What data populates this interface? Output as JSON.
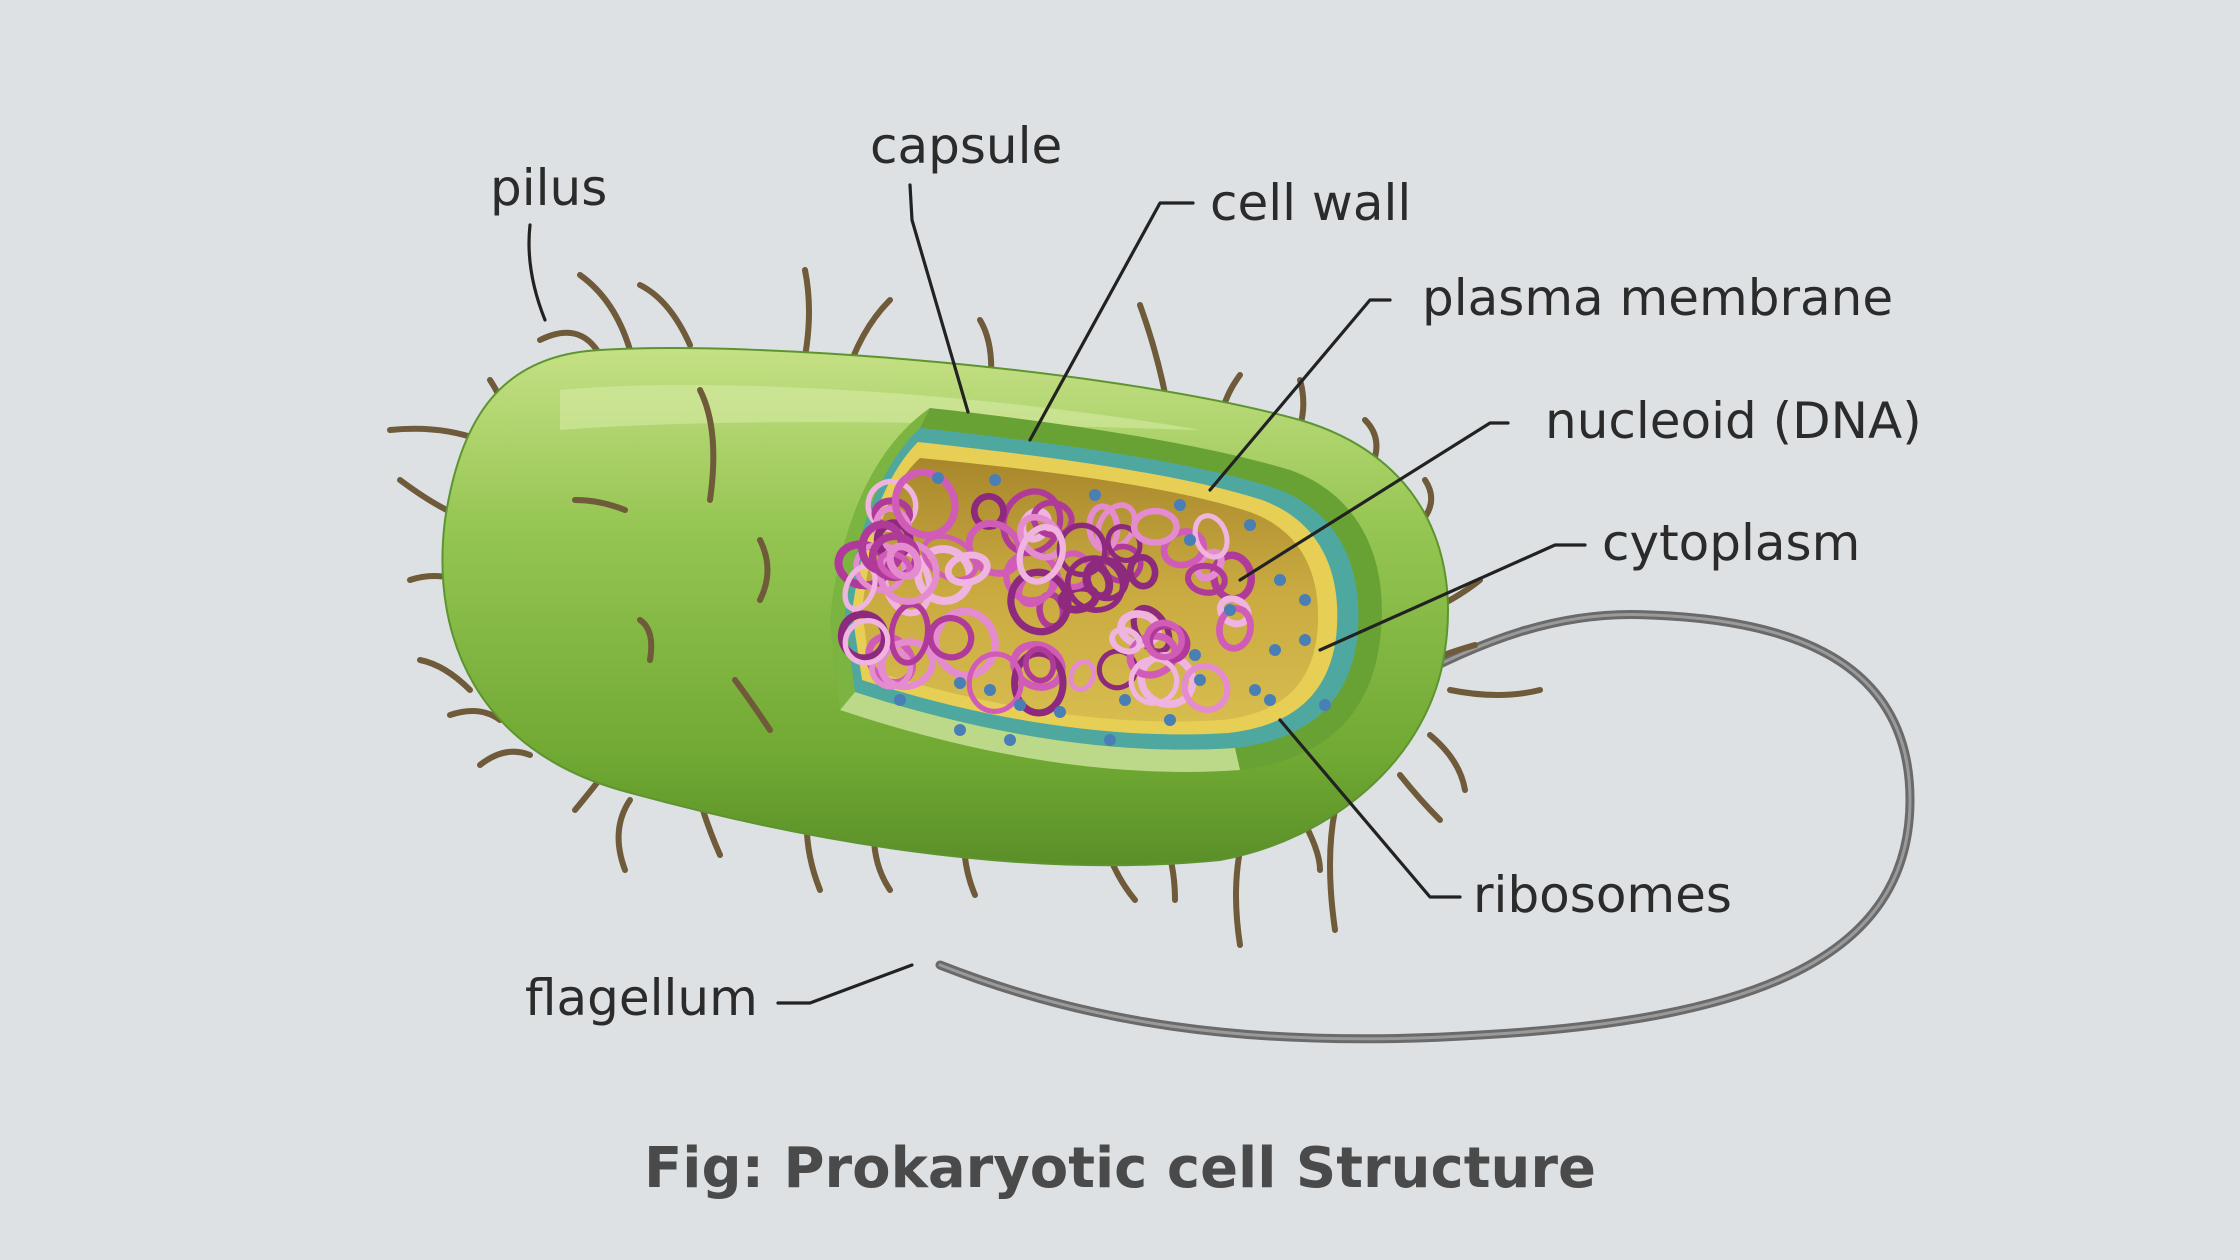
{
  "labels": {
    "pilus": "pilus",
    "capsule": "capsule",
    "cell_wall": "cell wall",
    "plasma_membrane": "plasma membrane",
    "nucleoid": "nucleoid (DNA)",
    "cytoplasm": "cytoplasm",
    "ribosomes": "ribosomes",
    "flagellum": "flagellum"
  },
  "caption": "Fig: Prokaryotic cell Structure",
  "colors": {
    "background": "#dde1e3",
    "capsule": "#8cc04a",
    "cell_wall": "#4fa8a0",
    "plasma_membrane": "#e7cf55",
    "cytoplasm": "#cbac3f",
    "nucleoid": "#b03a9a",
    "ribosome": "#4a7fb5",
    "pilus": "#6f5a3a",
    "flagellum": "#666666"
  }
}
